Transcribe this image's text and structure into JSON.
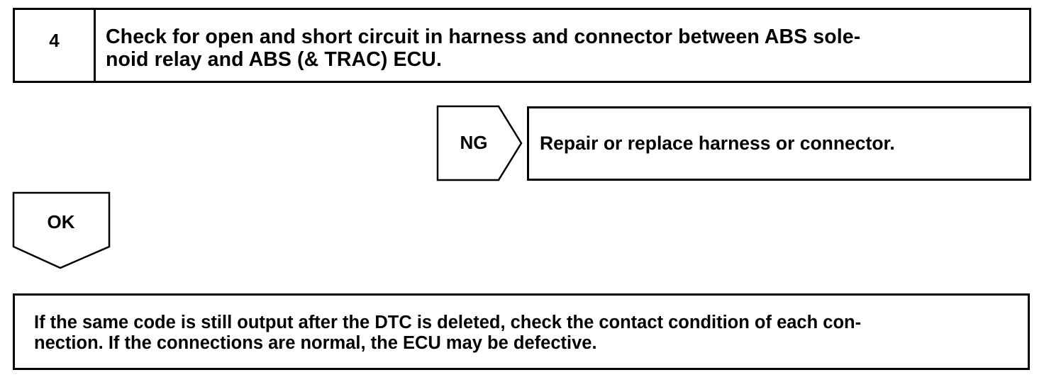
{
  "step": {
    "number": "4",
    "title_lines": [
      "Check for open and short circuit in harness and connector between ABS sole-",
      "noid relay and ABS (& TRAC) ECU."
    ]
  },
  "ng_branch": {
    "label": "NG",
    "result": "Repair or replace harness or connector."
  },
  "ok_branch": {
    "label": "OK"
  },
  "note": {
    "lines": [
      "If the same code is still output after the DTC is deleted, check the contact condition of each con-",
      "nection. If the connections are normal, the ECU may be defective."
    ]
  },
  "colors": {
    "line": "#000000",
    "background": "#ffffff"
  }
}
